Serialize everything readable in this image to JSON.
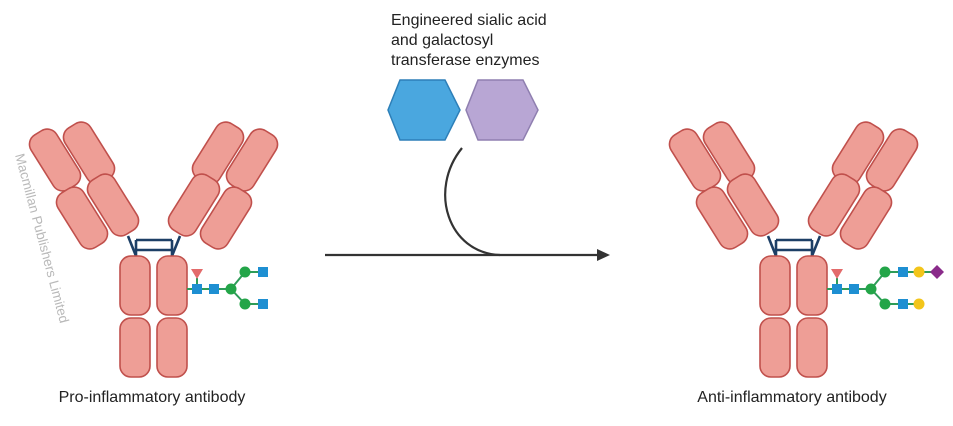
{
  "enzymes": {
    "label_lines": [
      "Engineered sialic acid",
      "and galactosyl",
      "transferase enzymes"
    ],
    "hexagon_colors": [
      "#4aa7df",
      "#b8a6d4"
    ]
  },
  "antibodies": [
    {
      "label": "Pro-inflammatory antibody",
      "glycan_type": "agalactosylated"
    },
    {
      "label": "Anti-inflammatory antibody",
      "glycan_type": "sialylated"
    }
  ],
  "watermark": "Macmillan Publishers Limited",
  "colors": {
    "domain_fill": "#ee9e96",
    "domain_stroke": "#c0504c",
    "hinge": "#1d3f66",
    "glcnac": "#1e8fd2",
    "mannose": "#23a548",
    "galactose": "#f3c51a",
    "sialic_acid": "#8a2b8a",
    "fucose": "#e36b6b",
    "arrow": "#333333"
  }
}
